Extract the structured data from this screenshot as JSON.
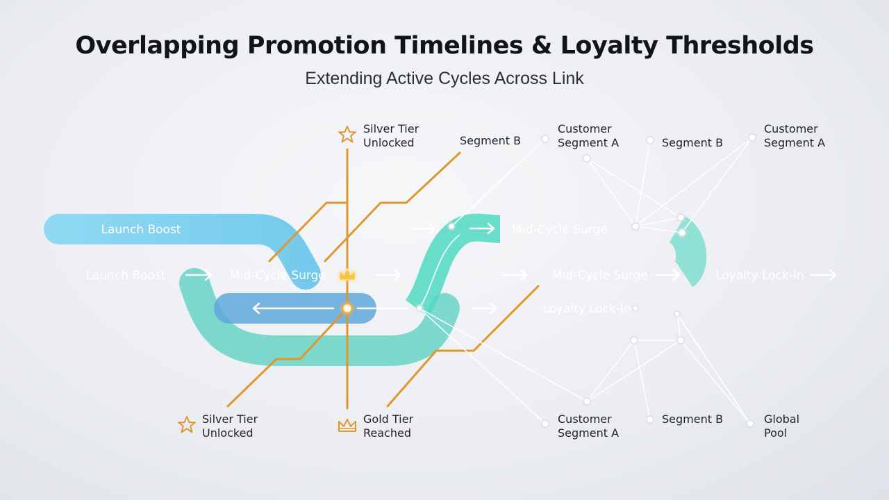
{
  "header": {
    "title": "Overlapping Promotion Timelines & Loyalty Thresholds",
    "subtitle": "Extending Active Cycles Across Link"
  },
  "tracks": {
    "launch_boost_top": "Launch Boost",
    "launch_boost_main": "Launch Boost",
    "mid_cycle_surge_main": "Mid-Cycle Surge",
    "mid_cycle_surge_upper": "Mid-Cycle Surge",
    "mid_cycle_surge_right": "Mid-Cycle Surge",
    "loyalty_lock_in_main": "Loyalty Lock-In",
    "loyalty_lock_in_lower": "Loyalty Lock-In"
  },
  "milestones": {
    "silver_tier_top": [
      "Silver Tier",
      "Unlocked"
    ],
    "silver_tier_bottom": [
      "Silver Tier",
      "Unlocked"
    ],
    "gold_tier_bottom": [
      "Gold Tier",
      "Reached"
    ]
  },
  "segments": {
    "segment_b_orange": "Segment B",
    "customer_segment_a_top_1": [
      "Customer",
      "Segment A"
    ],
    "segment_b_top": "Segment B",
    "customer_segment_a_top_2": [
      "Customer",
      "Segment A"
    ],
    "customer_segment_a_bottom": [
      "Customer",
      "Segment A"
    ],
    "segment_b_bottom": "Segment B",
    "global_pool": [
      "Global",
      "Pool"
    ]
  },
  "colors": {
    "launch_boost_light": "#5ec6ec",
    "launch_boost": "#1a9ad6",
    "mid_cycle_surge": "#20b8a6",
    "mid_cycle_surge_light": "#4cd6c1",
    "loyalty_lock_in": "#b58ee6",
    "loyalty_lock_in_light": "#c7a6f0",
    "threshold_line": "#e0962e",
    "network_line": "#ffffff"
  }
}
